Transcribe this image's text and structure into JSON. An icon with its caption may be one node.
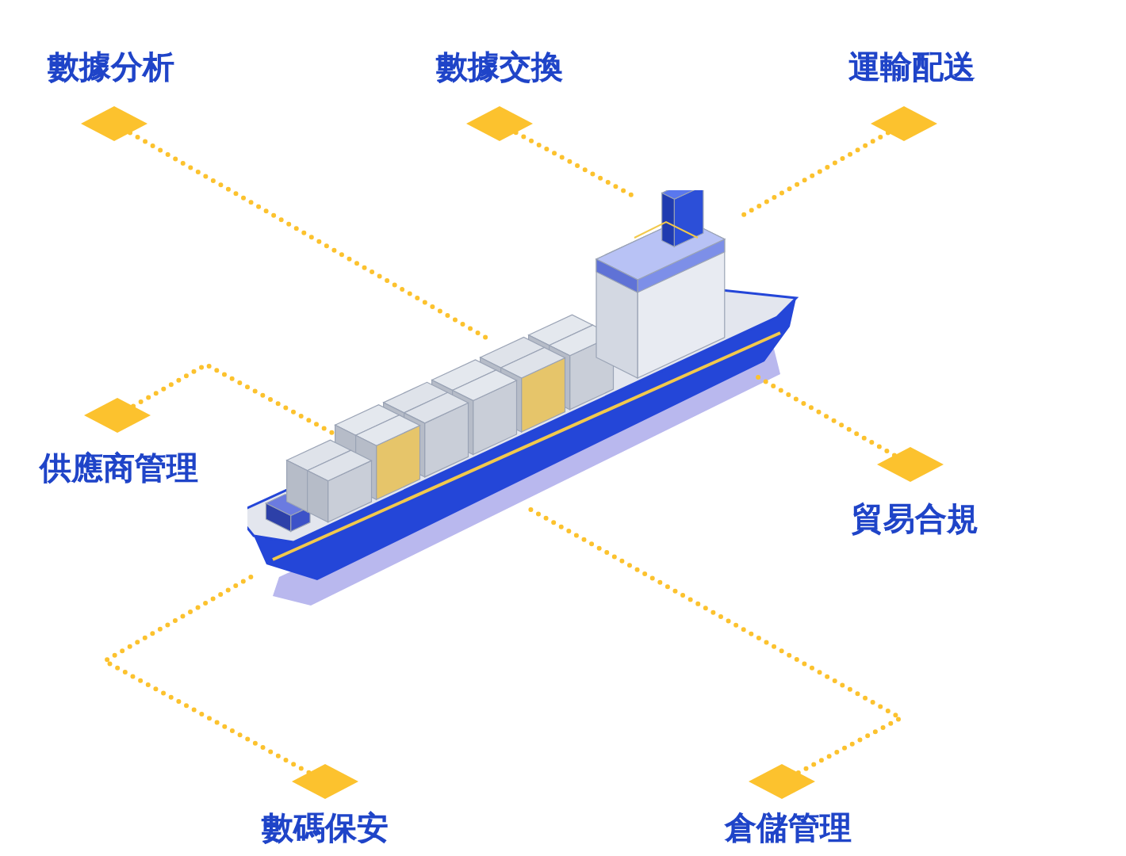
{
  "diagram": {
    "nodes": [
      {
        "text": [],
        "shape": "diamond",
        "beside": [
          "數據分析"
        ]
      },
      {
        "text": [],
        "shape": "diamond",
        "beside": [
          "數據交換"
        ]
      },
      {
        "text": [],
        "shape": "diamond",
        "beside": [
          "運輸配送"
        ]
      },
      {
        "text": [],
        "shape": "diamond",
        "beside": [
          "供應商管理"
        ]
      },
      {
        "text": [],
        "shape": "diamond",
        "beside": [
          "貿易合規"
        ]
      },
      {
        "text": [],
        "shape": "diamond",
        "beside": [
          "數碼保安"
        ]
      },
      {
        "text": [],
        "shape": "diamond",
        "beside": [
          "倉儲管理"
        ]
      },
      {
        "text": [],
        "shape": "picture"
      }
    ],
    "edges": [
      {
        "from": 0,
        "to": 7,
        "arrow": "none",
        "style": "dashed"
      },
      {
        "from": 1,
        "to": 7,
        "arrow": "none",
        "style": "dashed"
      },
      {
        "from": 2,
        "to": 7,
        "arrow": "none",
        "style": "dashed"
      },
      {
        "from": 3,
        "to": 7,
        "arrow": "none",
        "style": "dashed"
      },
      {
        "from": 4,
        "to": 7,
        "arrow": "none",
        "style": "dashed"
      },
      {
        "from": 5,
        "to": 7,
        "arrow": "none",
        "style": "dashed"
      },
      {
        "from": 6,
        "to": 7,
        "arrow": "none",
        "style": "dashed"
      }
    ]
  }
}
